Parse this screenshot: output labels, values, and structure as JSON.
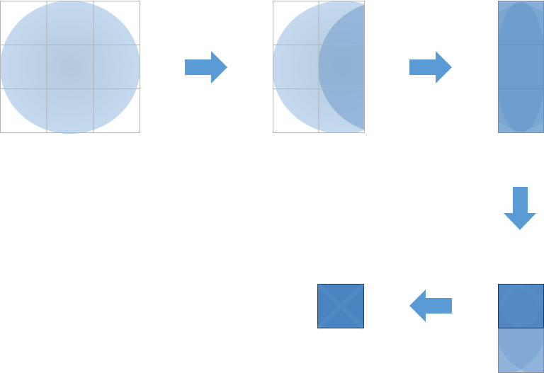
{
  "diagram": {
    "kind": "folding-sequence",
    "steps": [
      {
        "id": "step-1",
        "shape": "circle-on-3x3-grid"
      },
      {
        "id": "step-2",
        "shape": "circle-folded-in-half"
      },
      {
        "id": "step-3",
        "shape": "folded-into-thirds-strip"
      },
      {
        "id": "step-4",
        "shape": "strip-folded-in-half"
      },
      {
        "id": "step-5",
        "shape": "final-square"
      }
    ],
    "arrows": [
      {
        "id": "arrow-1-2",
        "direction": "right"
      },
      {
        "id": "arrow-2-3",
        "direction": "right"
      },
      {
        "id": "arrow-3-4",
        "direction": "down"
      },
      {
        "id": "arrow-4-5",
        "direction": "left"
      }
    ]
  },
  "colors": {
    "background": "#ffffff",
    "fill_light": "#c4d9ee",
    "fill_center": "#b6c9dc",
    "fill_mid": "#8db1d6",
    "fill_dark": "#4c86c2",
    "arrow": "#5b9bd5",
    "grid_line": "#b4b4b4",
    "outline_dark": "#333333"
  }
}
